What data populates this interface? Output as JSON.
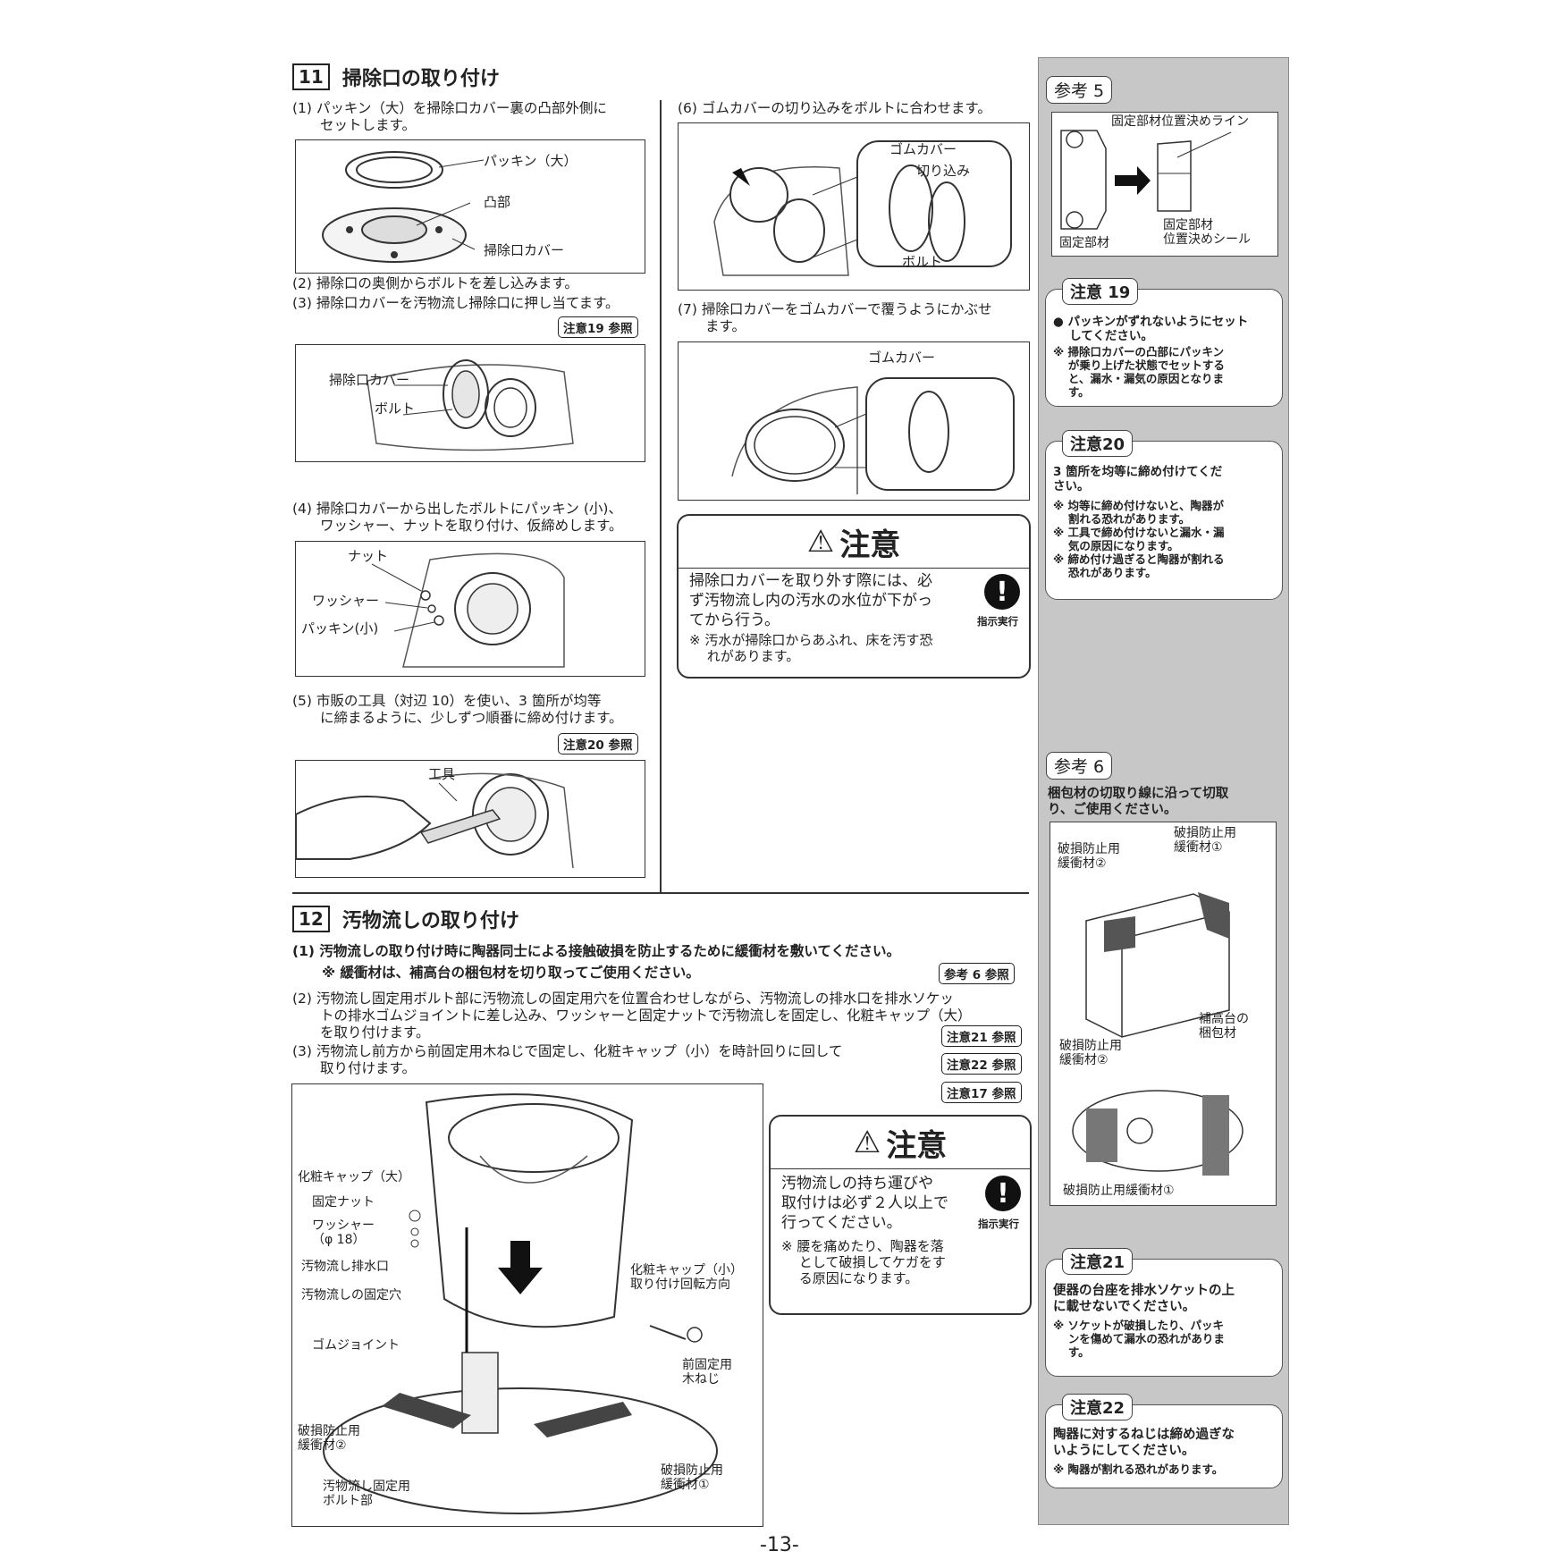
{
  "s11": {
    "num": "11",
    "title": "掃除口の取り付け",
    "step1": "(1) パッキン（大）を掃除口カバー裏の凸部外側に\n　　セットします。",
    "fig1": {
      "l1": "パッキン（大）",
      "l2": "凸部",
      "l3": "掃除口カバー"
    },
    "step2": "(2) 掃除口の奥側からボルトを差し込みます。",
    "step3": "(3) 掃除口カバーを汚物流し掃除口に押し当てます。",
    "ref19": "注意19 参照",
    "fig2": {
      "l1": "掃除口カバー",
      "l2": "ボルト"
    },
    "step4": "(4) 掃除口カバーから出したボルトにパッキン (小)、\n　　ワッシャー、ナットを取り付け、仮締めします。",
    "fig3": {
      "l1": "ナット",
      "l2": "ワッシャー",
      "l3": "パッキン(小)"
    },
    "step5": "(5) 市販の工具（対辺 10）を使い、3 箇所が均等\n　　に締まるように、少しずつ順番に締め付けます。",
    "ref20": "注意20 参照",
    "fig4": {
      "l1": "工具"
    },
    "step6": "(6) ゴムカバーの切り込みをボルトに合わせます。",
    "fig5": {
      "l1": "ゴムカバー",
      "l2": "切り込み",
      "l3": "ボルト"
    },
    "step7": "(7) 掃除口カバーをゴムカバーで覆うようにかぶせ\n　　ます。",
    "fig6": {
      "l1": "ゴムカバー"
    },
    "caution1": {
      "title": "注意",
      "text": "掃除口カバーを取り外す際には、必\nず汚物流し内の汚水の水位が下がっ\nてから行う。",
      "note": "※ 汚水が掃除口からあふれ、床を汚す恐\n　 れがあります。",
      "icon_label": "指示実行"
    }
  },
  "s12": {
    "num": "12",
    "title": "汚物流しの取り付け",
    "step1a": "(1) 汚物流しの取り付け時に陶器同士による接触破損を防止するために緩衝材を敷いてください。",
    "step1b": "※ 緩衝材は、補高台の梱包材を切り取ってご使用ください。",
    "ref_s6": "参考 6 参照",
    "step2": "(2) 汚物流し固定用ボルト部に汚物流しの固定用穴を位置合わせしながら、汚物流しの排水口を排水ソケッ\n　　トの排水ゴムジョイントに差し込み、ワッシャーと固定ナットで汚物流しを固定し、化粧キャップ（大）\n　　を取り付けます。",
    "ref21": "注意21 参照",
    "step3": "(3) 汚物流し前方から前固定用木ねじで固定し、化粧キャップ（小）を時計回りに回して\n　　取り付けます。",
    "ref22": "注意22 参照",
    "ref17": "注意17 参照",
    "fig": {
      "cap_large": "化粧キャップ（大）",
      "nut": "固定ナット",
      "washer": "ワッシャー\n（φ 18）",
      "drain": "汚物流し排水口",
      "hole": "汚物流しの固定穴",
      "joint": "ゴムジョイント",
      "cushion2": "破損防止用\n緩衝材②",
      "bolt": "汚物流し固定用\nボルト部",
      "cap_small": "化粧キャップ（小）\n取り付け回転方向",
      "screw": "前固定用\n木ねじ",
      "cushion1": "破損防止用\n緩衝材①"
    },
    "caution2": {
      "title": "注意",
      "text": "汚物流しの持ち運びや\n取付けは必ず２人以上で\n行ってください。",
      "note": "※ 腰を痛めたり、陶器を落\n　 として破損してケガをす\n　 る原因になります。",
      "icon_label": "指示実行"
    }
  },
  "sidebar": {
    "ref5": {
      "tab": "参考 5",
      "line": "固定部材位置決めライン",
      "part": "固定部材",
      "seal": "固定部材\n位置決めシール"
    },
    "n19": {
      "tab": "注意 19",
      "b1": "● パッキンがずれないようにセット\n　 してください。",
      "b2": "※ 掃除口カバーの凸部にパッキン\n　 が乗り上げた状態でセットする\n　 と、漏水・漏気の原因となりま\n　 す。"
    },
    "n20": {
      "tab": "注意20",
      "b1": "3 箇所を均等に締め付けてくだ\nさい。",
      "b2": "※ 均等に締め付けないと、陶器が\n　 割れる恐れがあります。\n※ 工具で締め付けないと漏水・漏\n　 気の原因になります。\n※ 締め付け過ぎると陶器が割れる\n　 恐れがあります。"
    },
    "ref6": {
      "tab": "参考 6",
      "text": "梱包材の切取り線に沿って切取\nり、ご使用ください。",
      "c2": "破損防止用\n緩衝材②",
      "c1": "破損防止用\n緩衝材①",
      "pack": "補高台の\n梱包材",
      "c2b": "破損防止用\n緩衝材②",
      "c1b": "破損防止用緩衝材①"
    },
    "n21": {
      "tab": "注意21",
      "b1": "便器の台座を排水ソケットの上\nに載せないでください。",
      "b2": "※ ソケットが破損したり、パッキ\n　 ンを傷めて漏水の恐れがありま\n　 す。"
    },
    "n22": {
      "tab": "注意22",
      "b1": "陶器に対するねじは締め過ぎな\nいようにしてください。",
      "b2": "※ 陶器が割れる恐れがあります。"
    }
  },
  "page_number": "-13-"
}
